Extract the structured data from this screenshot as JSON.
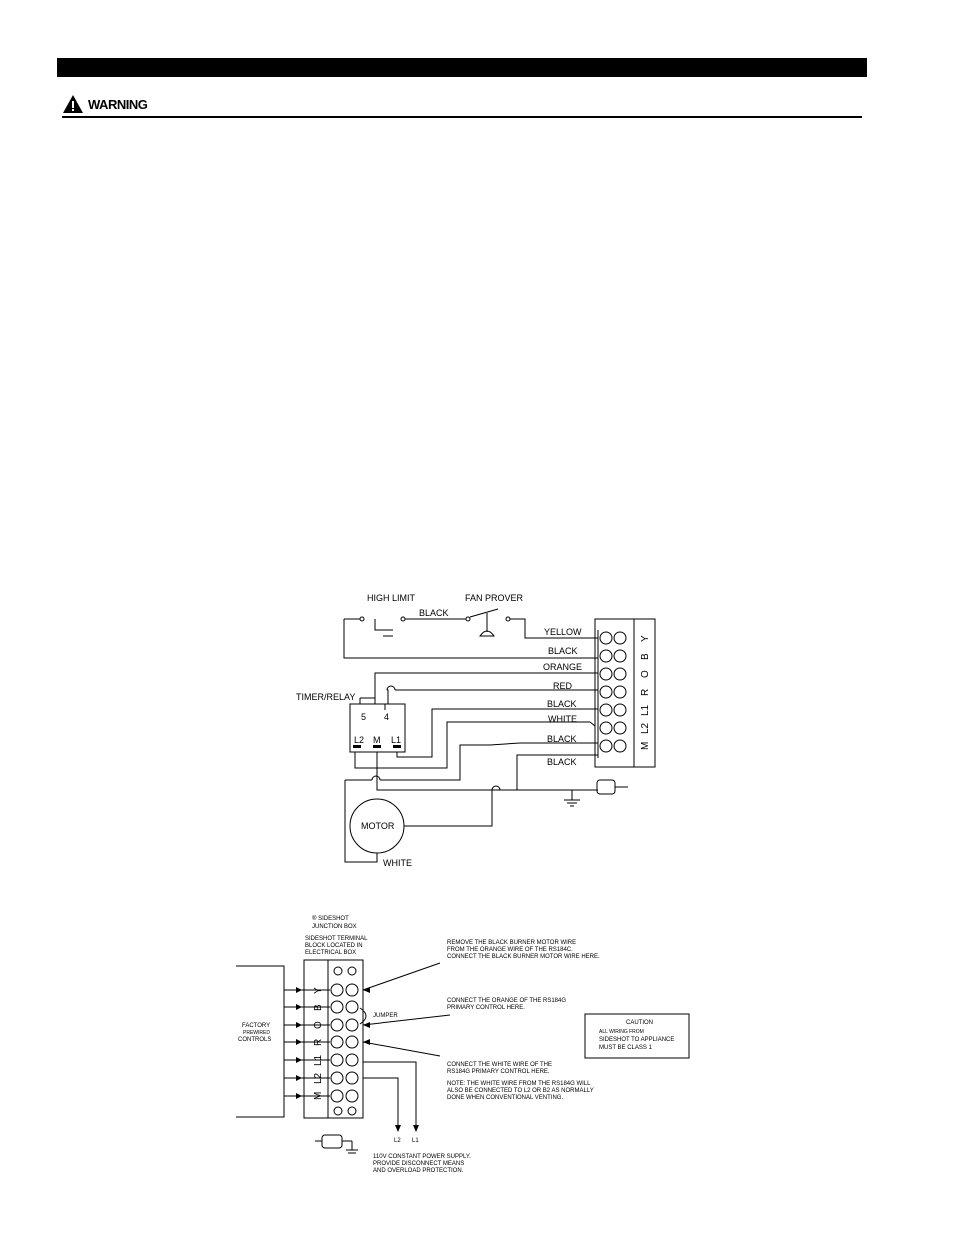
{
  "header": {
    "warning_label": "WARNING"
  },
  "diagram1": {
    "high_limit": "HIGH LIMIT",
    "fan_prover": "FAN PROVER",
    "top_wire": "BLACK",
    "timer_relay": "TIMER/RELAY",
    "relay_t5": "5",
    "relay_t4": "4",
    "relay_l2": "L2",
    "relay_m": "M",
    "relay_l1": "L1",
    "motor": "MOTOR",
    "motor_wire": "WHITE",
    "wires": [
      "YELLOW",
      "BLACK",
      "ORANGE",
      "RED",
      "BLACK",
      "WHITE",
      "BLACK",
      "BLACK"
    ],
    "terminals": [
      "Y",
      "B",
      "O",
      "R",
      "L1",
      "L2",
      "M"
    ]
  },
  "diagram2": {
    "junction_box": [
      "® SIDESHOT",
      "JUNCTION BOX"
    ],
    "terminal_block": [
      "SIDESHOT TERMINAL",
      "BLOCK LOCATED IN",
      "ELECTRICAL BOX"
    ],
    "factory": [
      "FACTORY",
      "PREWIRED",
      "CONTROLS"
    ],
    "terminals": [
      "Y",
      "B",
      "O",
      "R",
      "L1",
      "L2",
      "M"
    ],
    "jumper": "JUMPER",
    "note1": [
      "REMOVE THE BLACK BURNER MOTOR WIRE",
      "FROM THE ORANGE WIRE OF THE RS184C.",
      "CONNECT THE BLACK BURNER MOTOR WIRE HERE."
    ],
    "note2": [
      "CONNECT THE ORANGE OF THE RS184G",
      "PRIMARY CONTROL HERE."
    ],
    "note3": [
      "CONNECT THE WHITE WIRE OF THE",
      "RS184G PRIMARY CONTROL HERE."
    ],
    "note4": [
      "NOTE: THE WHITE WIRE FROM THE RS184G WILL",
      "ALSO BE CONNECTED TO L2 OR B2 AS NORMALLY",
      "DONE WHEN CONVENTIONAL VENTING."
    ],
    "caution": [
      "CAUTION",
      "ALL WIRING FROM",
      "SIDESHOT TO APPLIANCE",
      "MUST BE CLASS 1"
    ],
    "supply_l2": "L2",
    "supply_l1": "L1",
    "power_note": [
      "110V CONSTANT POWER SUPPLY.",
      "PROVIDE DISCONNECT MEANS",
      "AND OVERLOAD PROTECTION."
    ]
  }
}
